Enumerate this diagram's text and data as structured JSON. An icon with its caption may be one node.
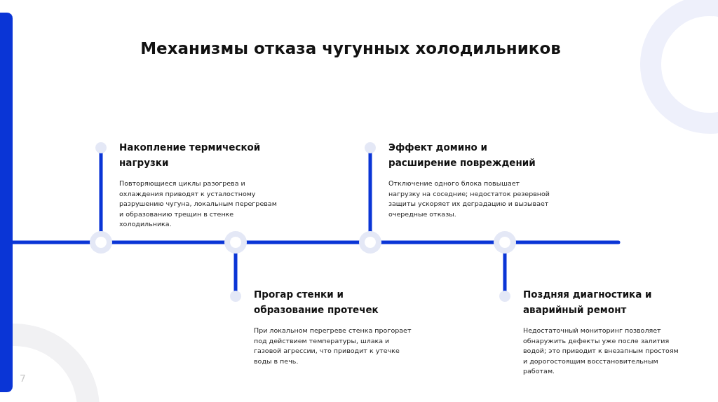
{
  "diagram": {
    "title": "Механизмы отказа чугунных холодильников",
    "nodes": [
      {
        "text": [
          "Накопление термической нагрузки",
          "Повторяющиеся циклы разогрева и охлаждения приводят к усталостному разрушению чугуна, локальным перегревам и образованию трещин в стенке холодильника."
        ]
      },
      {
        "text": [
          "Прогар стенки и образование протечек",
          "При локальном перегреве стенка прогорает под действием температуры, шлака и газовой агрессии, что приводит к утечке воды в печь."
        ]
      },
      {
        "text": [
          "Эффект домино и расширение повреждений",
          "Отключение одного блока повышает нагрузку на соседние; недостаток резервной защиты ускоряет их деградацию и вызывает очередные отказы."
        ]
      },
      {
        "text": [
          "Поздняя диагностика и аварийный ремонт",
          "Недостаточный мониторинг позволяет обнаружить дефекты уже после залития водой; это приводит к внезапным простоям и дорогостоящим восстановительным работам."
        ]
      }
    ],
    "labels": [
      "7"
    ]
  }
}
